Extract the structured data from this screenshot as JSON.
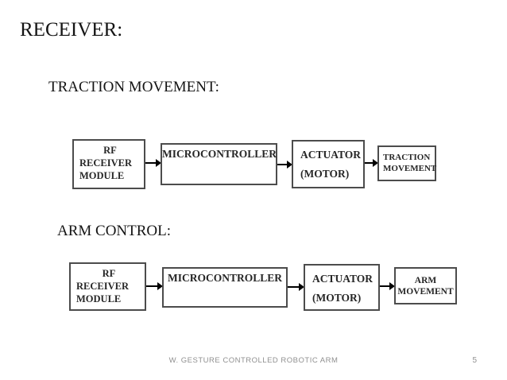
{
  "slide": {
    "title": "RECEIVER:",
    "footer": {
      "text": "W. GESTURE CONTROLLED ROBOTIC ARM",
      "page_number": "5"
    },
    "colors": {
      "background": "#ffffff",
      "heading_text": "#141414",
      "box_border": "#4c4c4c",
      "box_text": "#262626",
      "arrow": "#000000",
      "footer_text": "#909090"
    }
  },
  "sections": [
    {
      "heading": "TRACTION MOVEMENT:",
      "blocks": [
        {
          "name": "rf-receiver-module",
          "lines": [
            "RF",
            "RECEIVER",
            "MODULE"
          ]
        },
        {
          "name": "microcontroller",
          "lines": [
            "MICROCONTROLLER"
          ]
        },
        {
          "name": "actuator-motor",
          "lines": [
            "ACTUATOR",
            "(MOTOR)"
          ]
        },
        {
          "name": "traction-movement",
          "lines": [
            "TRACTION",
            "MOVEMENT"
          ]
        }
      ],
      "flow": "RF RECEIVER MODULE -> MICROCONTROLLER -> ACTUATOR (MOTOR) -> TRACTION MOVEMENT"
    },
    {
      "heading": "ARM CONTROL:",
      "blocks": [
        {
          "name": "rf-receiver-module",
          "lines": [
            "RF",
            "RECEIVER",
            "MODULE"
          ]
        },
        {
          "name": "microcontroller",
          "lines": [
            "MICROCONTROLLER"
          ]
        },
        {
          "name": "actuator-motor",
          "lines": [
            "ACTUATOR",
            "(MOTOR)"
          ]
        },
        {
          "name": "arm-movement",
          "lines": [
            "ARM",
            "MOVEMENT"
          ]
        }
      ],
      "flow": "RF RECEIVER MODULE -> MICROCONTROLLER -> ACTUATOR (MOTOR) -> ARM MOVEMENT"
    }
  ]
}
